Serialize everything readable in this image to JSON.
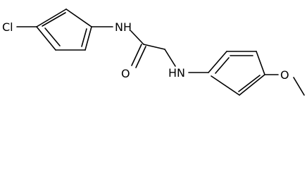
{
  "molecule": {
    "atoms": {
      "cl": "Cl",
      "nh_amide": "NH",
      "o_carbonyl": "O",
      "nh_amine": "HN",
      "o_methoxy": "O"
    }
  }
}
